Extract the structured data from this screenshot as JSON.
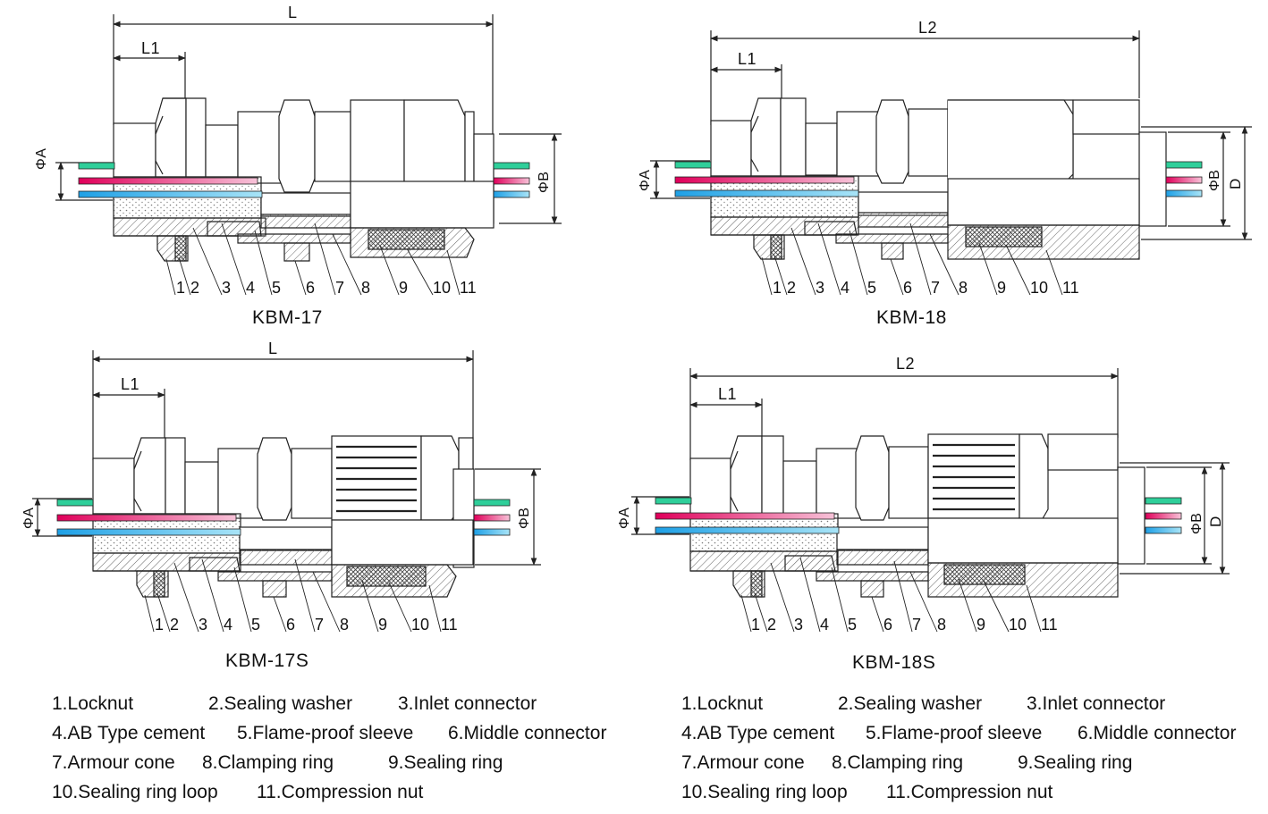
{
  "figures": [
    {
      "id": "kbm17",
      "title": "KBM-17",
      "length_label": "L",
      "l1_label": "L1",
      "phi_a": "ΦA",
      "phi_b": "ΦB",
      "d_label": "",
      "variant": "plain"
    },
    {
      "id": "kbm18",
      "title": "KBM-18",
      "length_label": "L2",
      "l1_label": "L1",
      "phi_a": "ΦA",
      "phi_b": "ΦB",
      "d_label": "D",
      "variant": "plain"
    },
    {
      "id": "kbm17s",
      "title": "KBM-17S",
      "length_label": "L",
      "l1_label": "L1",
      "phi_a": "ΦA",
      "phi_b": "ΦB",
      "d_label": "",
      "variant": "ribbed"
    },
    {
      "id": "kbm18s",
      "title": "KBM-18S",
      "length_label": "L2",
      "l1_label": "L1",
      "phi_a": "ΦA",
      "phi_b": "ΦB",
      "d_label": "D",
      "variant": "ribbed"
    }
  ],
  "part_numbers": [
    "1",
    "2",
    "3",
    "4",
    "5",
    "6",
    "7",
    "8",
    "9",
    "10",
    "11"
  ],
  "legend_rows": [
    [
      "1.Locknut",
      "2.Sealing washer",
      "3.Inlet connector"
    ],
    [
      "4.AB Type cement",
      "5.Flame-proof sleeve",
      "6.Middle connector"
    ],
    [
      "7.Armour cone",
      "8.Clamping ring",
      "9.Sealing ring"
    ],
    [
      "10.Sealing ring loop",
      "11.Compression nut"
    ]
  ],
  "colors": {
    "wire_green": "#2fcf9a",
    "wire_pink_start": "#e0005a",
    "wire_pink_end": "#f7c2d8",
    "wire_blue_start": "#1ea0e6",
    "wire_blue_end": "#a8e4f7",
    "line": "#222222",
    "hatch": "#555555"
  }
}
